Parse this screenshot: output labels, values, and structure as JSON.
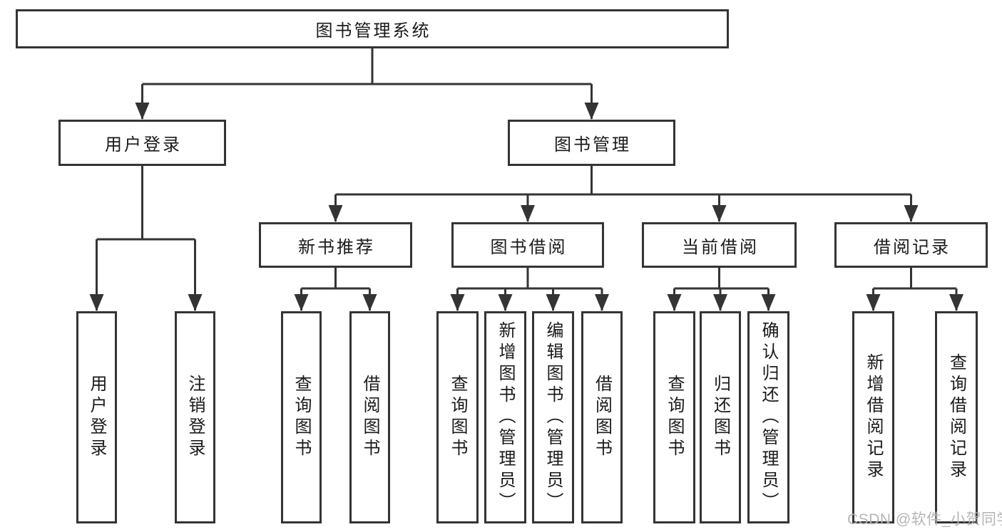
{
  "watermark": {
    "text": "CSDN @软件_小贺同学"
  },
  "colors": {
    "line": "#343434",
    "box_border": "#343434",
    "box_fill": "#ffffff",
    "text": "#1a1a1a",
    "watermark": "#b5b5b5",
    "background": "#ffffff"
  },
  "tree": {
    "label": "图书管理系统",
    "children": [
      {
        "label": "用户登录",
        "children": [
          {
            "label": "用户登录"
          },
          {
            "label": "注销登录"
          }
        ]
      },
      {
        "label": "图书管理",
        "children": [
          {
            "label": "新书推荐",
            "children": [
              {
                "label": "查询图书"
              },
              {
                "label": "借阅图书"
              }
            ]
          },
          {
            "label": "图书借阅",
            "children": [
              {
                "label": "查询图书"
              },
              {
                "label": "新增图书（管理员）"
              },
              {
                "label": "编辑图书（管理员）"
              },
              {
                "label": "借阅图书"
              }
            ]
          },
          {
            "label": "当前借阅",
            "children": [
              {
                "label": "查询图书"
              },
              {
                "label": "归还图书"
              },
              {
                "label": "确认归还（管理员）"
              }
            ]
          },
          {
            "label": "借阅记录",
            "children": [
              {
                "label": "新增借阅记录"
              },
              {
                "label": "查询借阅记录"
              }
            ]
          }
        ]
      }
    ]
  }
}
